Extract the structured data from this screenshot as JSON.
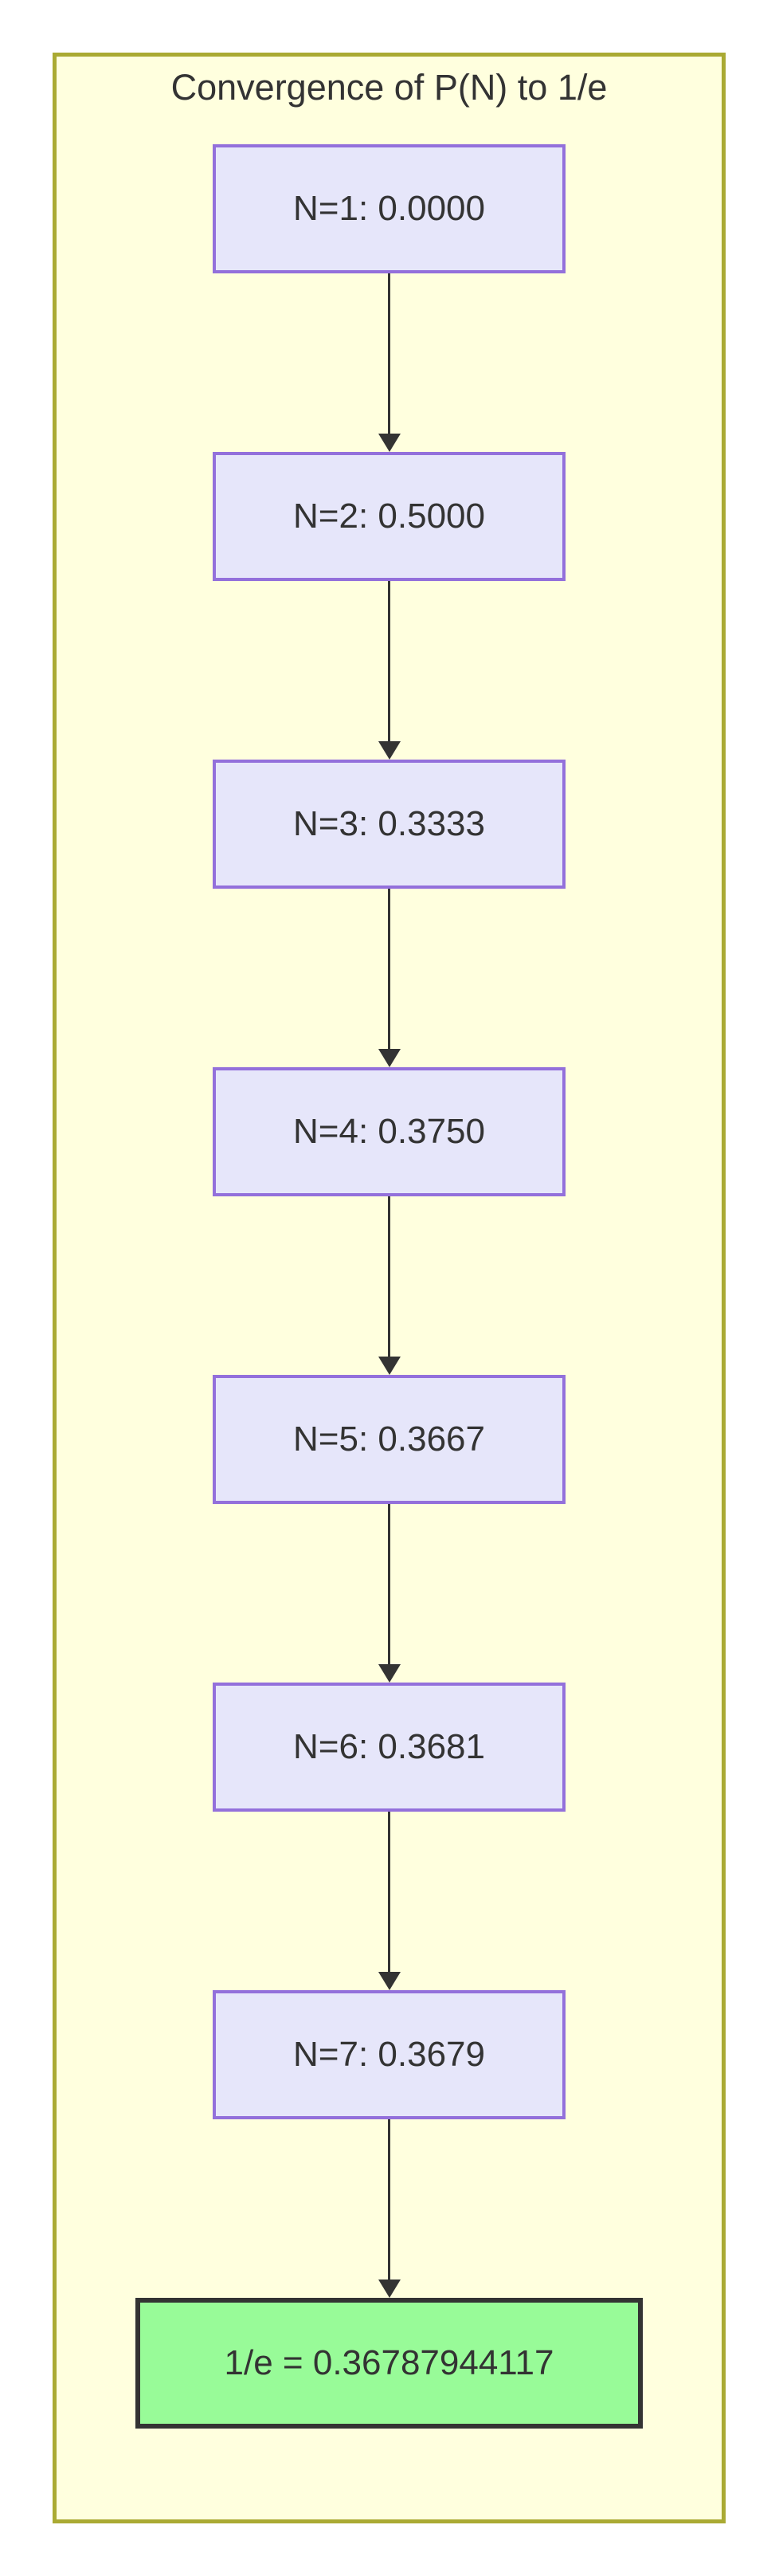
{
  "diagram": {
    "title": "Convergence of P(N) to 1/e",
    "type": "flowchart-top-down",
    "nodes": [
      {
        "id": "N1",
        "label": "N=1: 0.0000",
        "kind": "step"
      },
      {
        "id": "N2",
        "label": "N=2: 0.5000",
        "kind": "step"
      },
      {
        "id": "N3",
        "label": "N=3: 0.3333",
        "kind": "step"
      },
      {
        "id": "N4",
        "label": "N=4: 0.3750",
        "kind": "step"
      },
      {
        "id": "N5",
        "label": "N=5: 0.3667",
        "kind": "step"
      },
      {
        "id": "N6",
        "label": "N=6: 0.3681",
        "kind": "step"
      },
      {
        "id": "N7",
        "label": "N=7: 0.3679",
        "kind": "step"
      },
      {
        "id": "limit",
        "label": "1/e = 0.36787944117",
        "kind": "result"
      }
    ],
    "edges": [
      {
        "from": "N1",
        "to": "N2"
      },
      {
        "from": "N2",
        "to": "N3"
      },
      {
        "from": "N3",
        "to": "N4"
      },
      {
        "from": "N4",
        "to": "N5"
      },
      {
        "from": "N5",
        "to": "N6"
      },
      {
        "from": "N6",
        "to": "N7"
      },
      {
        "from": "N7",
        "to": "limit"
      }
    ],
    "colors": {
      "canvas_bg": "#ffffff",
      "frame_bg": "#ffffde",
      "frame_border": "#aaaa33",
      "node_fill": "#e6e6fa",
      "node_border": "#9370db",
      "result_fill": "#98fb98",
      "result_border": "#333333",
      "arrow": "#333333",
      "text": "#333333"
    }
  }
}
